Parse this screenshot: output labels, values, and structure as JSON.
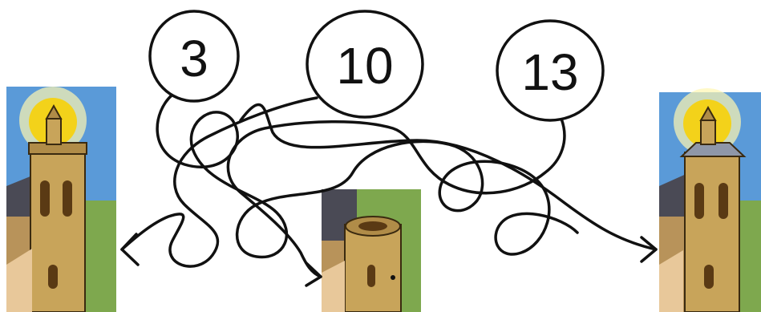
{
  "puzzle": {
    "numbers": [
      "3",
      "10",
      "13"
    ]
  },
  "colors": {
    "sky": "#5a9ad8",
    "grass": "#7ea84e",
    "tower": "#c8a45a",
    "tower_dark": "#8a6a2e",
    "roof": "#4a4a55",
    "sun": "#f3d21a",
    "line": "#111111"
  }
}
